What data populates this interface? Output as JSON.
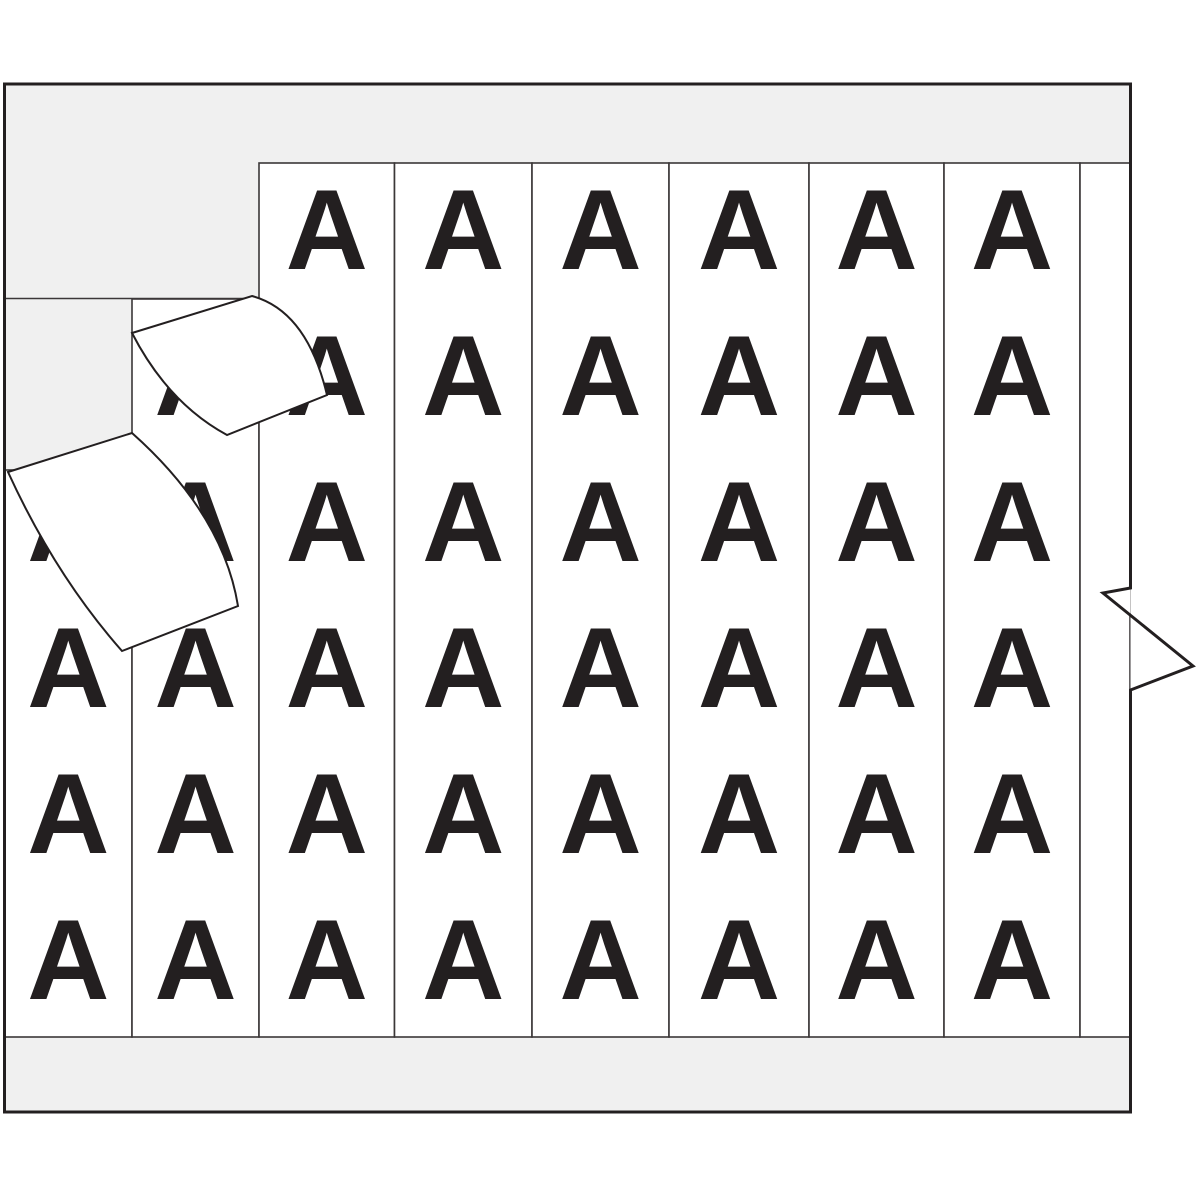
{
  "page": {
    "background": "#ffffff"
  },
  "figure": {
    "type": "product-line-art",
    "subject": "wire-marker-label-card",
    "marker_text": "A",
    "colors": {
      "card_fill": "#f0f0f0",
      "outline": "#231f20",
      "column_fill": "#ffffff",
      "separator": "#3b3738",
      "letter": "#231f20",
      "peeled_label_fill": "#ffffff"
    },
    "grid": {
      "row_count": 6,
      "columns": [
        {
          "id": "label-column-1",
          "visible_letters": 4,
          "state": "partially-peeled"
        },
        {
          "id": "label-column-2",
          "visible_letters": 5,
          "state": "partially-peeled"
        },
        {
          "id": "label-column-3",
          "visible_letters": 6,
          "state": "full"
        },
        {
          "id": "label-column-4",
          "visible_letters": 6,
          "state": "full"
        },
        {
          "id": "label-column-5",
          "visible_letters": 6,
          "state": "full"
        },
        {
          "id": "label-column-6",
          "visible_letters": 6,
          "state": "full"
        },
        {
          "id": "label-column-7",
          "visible_letters": 6,
          "state": "full"
        },
        {
          "id": "label-column-8",
          "visible_letters": 6,
          "state": "full"
        },
        {
          "id": "label-column-9",
          "visible_letters": 0,
          "state": "blank-edge-strip"
        }
      ]
    },
    "peeled_labels": 2,
    "pull_tab": true
  }
}
